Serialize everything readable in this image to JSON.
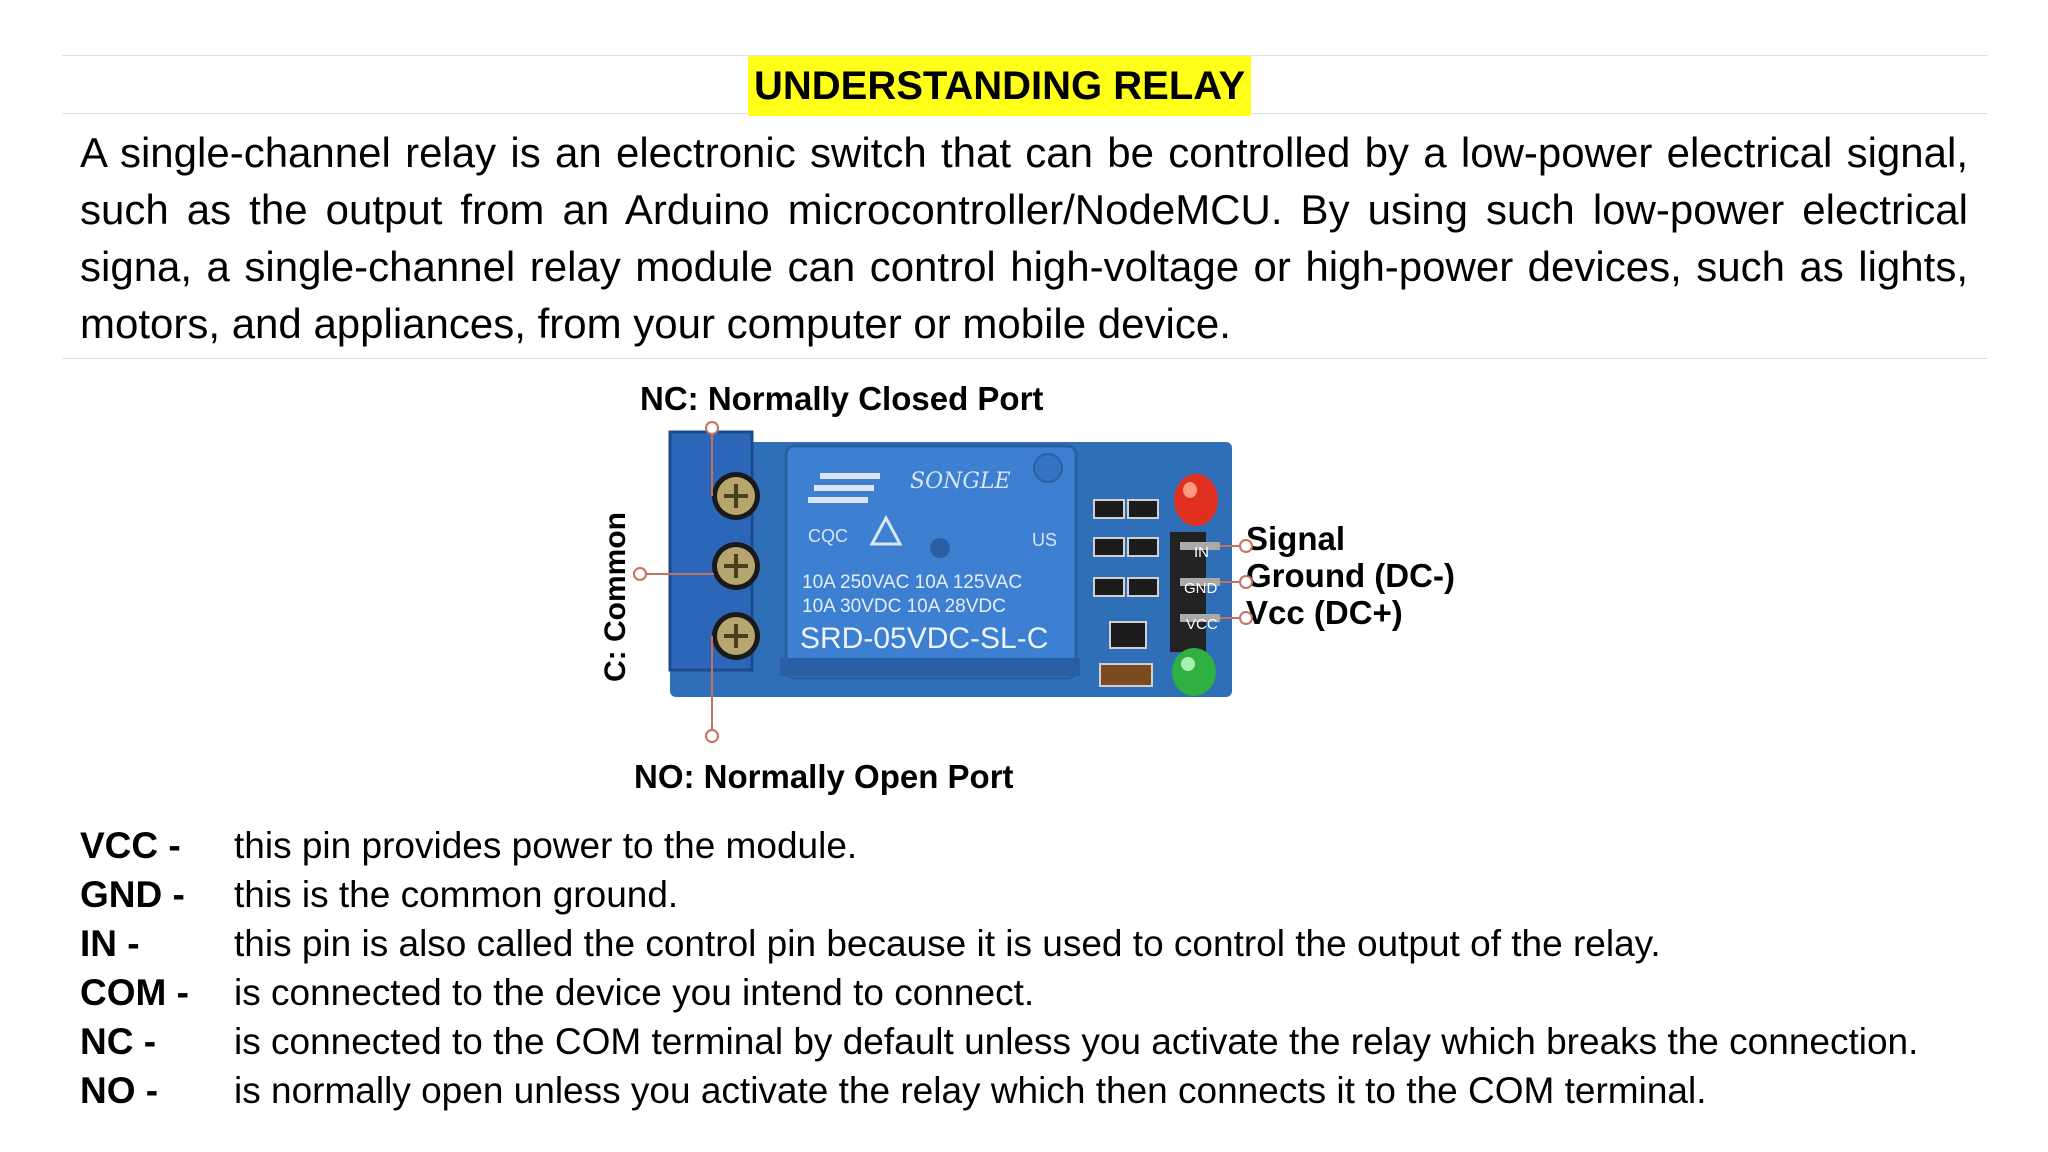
{
  "title": "UNDERSTANDING RELAY",
  "intro": "A single-channel relay is an electronic switch that can be controlled by a low-power electrical signal, such as the output from an Arduino microcontroller/NodeMCU. By using such low-power electrical signa,  a single-channel relay module can control high-voltage or high-power devices, such as lights, motors, and appliances, from your computer or mobile device.",
  "diagram": {
    "labels": {
      "nc": "NC: Normally Closed Port",
      "no": "NO: Normally Open Port",
      "common": "C: Common",
      "signal": "Signal",
      "ground": "Ground (DC-)",
      "vcc": "Vcc (DC+)"
    },
    "relay_text": {
      "brand": "SONGLE",
      "rating1": "10A 250VAC  10A 125VAC",
      "rating2": "10A  30VDC  10A  28VDC",
      "model": "SRD-05VDC-SL-C",
      "ul": "US",
      "cqc": "CQC",
      "pin_in": "IN",
      "pin_gnd": "GND",
      "pin_vcc": "VCC"
    },
    "colors": {
      "pcb": "#2f6fb8",
      "relay_body": "#3d7fd0",
      "led_red": "#e03020",
      "led_green": "#30b040",
      "leader": "#c87060"
    }
  },
  "definitions": [
    {
      "term": "VCC -",
      "desc": "this pin provides power to the module."
    },
    {
      "term": "GND -",
      "desc": "this is the common ground."
    },
    {
      "term": "IN -",
      "desc": "this pin is also called the control pin because it is used to control the output of the relay."
    },
    {
      "term": "COM -",
      "desc": "is connected to the device you intend to connect."
    },
    {
      "term": "NC -",
      "desc": "is connected to the COM terminal by default unless you activate the relay which breaks the connection."
    },
    {
      "term": "NO -",
      "desc": "is normally open unless you activate the relay which then connects it to the COM terminal."
    }
  ]
}
